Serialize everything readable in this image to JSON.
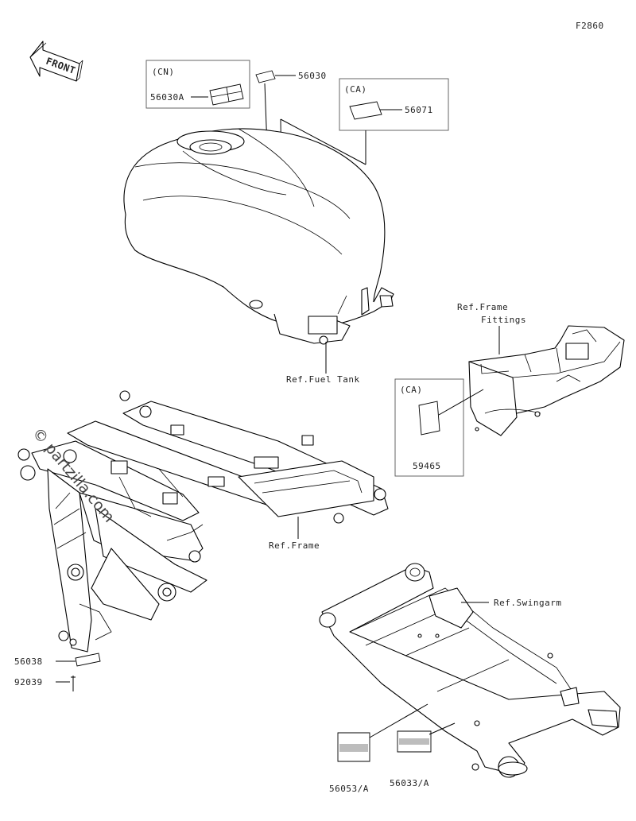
{
  "diagram": {
    "figure_code": "F2860",
    "front_label": "FRONT",
    "watermark": "© partzilla.com",
    "boxes": {
      "cn": "(CN)",
      "ca_top": "(CA)",
      "ca_mid": "(CA)"
    },
    "parts": {
      "p56030A": "56030A",
      "p56030": "56030",
      "p56071": "56071",
      "p59465": "59465",
      "p56038": "56038",
      "p92039": "92039",
      "p56053": "56053/A",
      "p56033": "56033/A"
    },
    "refs": {
      "fuel_tank": "Ref.Fuel Tank",
      "frame_fittings_1": "Ref.Frame",
      "frame_fittings_2": "Fittings",
      "frame": "Ref.Frame",
      "swingarm": "Ref.Swingarm"
    }
  }
}
